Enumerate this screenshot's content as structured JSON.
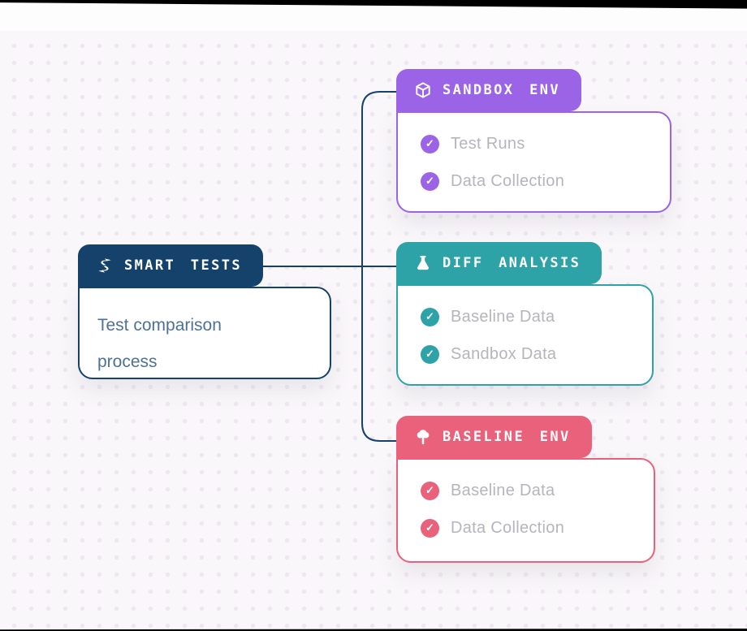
{
  "diagram": {
    "root": {
      "label": "SMART TESTS",
      "description": "Test comparison process",
      "accent": "#14426B",
      "icon": "smart-tests-logo-icon"
    },
    "branches": [
      {
        "label": "SANDBOX ENV",
        "accent": "#9B64E6",
        "icon": "cube-icon",
        "items": [
          "Test Runs",
          "Data Collection"
        ]
      },
      {
        "label": "DIFF ANALYSIS",
        "accent": "#2DA3A8",
        "icon": "flask-icon",
        "items": [
          "Baseline Data",
          "Sandbox Data"
        ]
      },
      {
        "label": "BASELINE ENV",
        "accent": "#E9617B",
        "icon": "tree-icon",
        "items": [
          "Baseline Data",
          "Data Collection"
        ]
      }
    ],
    "connector_color": "#14426B",
    "item_text_color": "#B6B4BC",
    "background_color": "#F9F7F9",
    "check_icon_glyph": "✓"
  }
}
